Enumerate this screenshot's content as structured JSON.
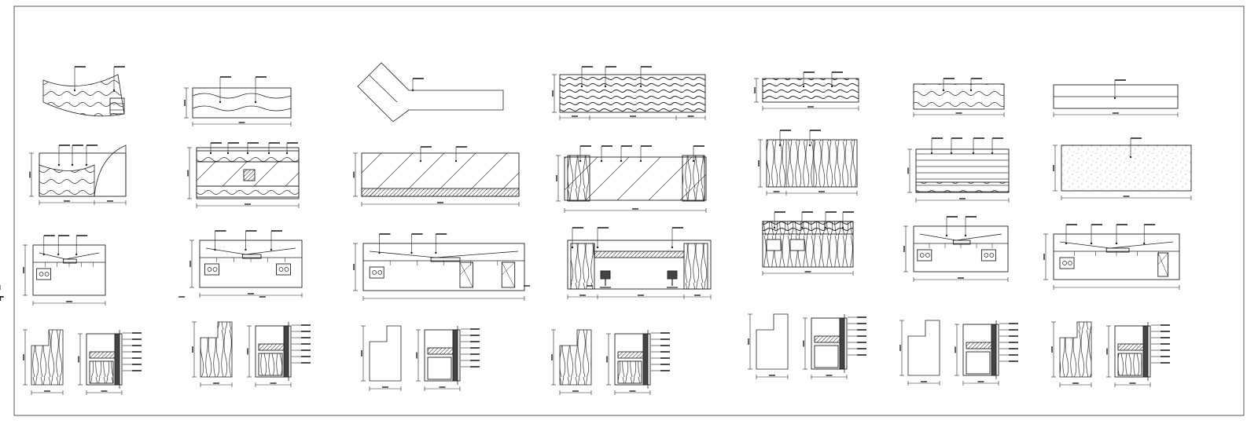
{
  "sheet": {
    "background": "#ffffff",
    "line_color": "#222222",
    "frame_color": "#555555"
  },
  "columns": [
    {
      "id": "col-1",
      "rows": [
        "plan-curved",
        "front-elevation",
        "section-elevation",
        "detail-pair"
      ]
    },
    {
      "id": "col-2",
      "rows": [
        "plan-straight",
        "front-elevation",
        "section-elevation",
        "detail-pair"
      ]
    },
    {
      "id": "col-3",
      "rows": [
        "plan-angled",
        "front-elevation-glass",
        "section-elevation",
        "detail-pair"
      ]
    },
    {
      "id": "col-4",
      "rows": [
        "plan-wood",
        "front-elevation-pillars",
        "section-elevation-chairs",
        "detail-pair"
      ]
    },
    {
      "id": "col-5",
      "rows": [
        "plan-wood",
        "front-elevation-wood",
        "section-elevation",
        "detail-pair"
      ]
    },
    {
      "id": "col-6",
      "rows": [
        "plan-wave",
        "front-elevation-lines",
        "section-elevation",
        "detail-pair"
      ]
    },
    {
      "id": "col-7",
      "rows": [
        "plan-plain",
        "front-elevation-stone",
        "section-elevation",
        "detail-pair"
      ]
    }
  ]
}
